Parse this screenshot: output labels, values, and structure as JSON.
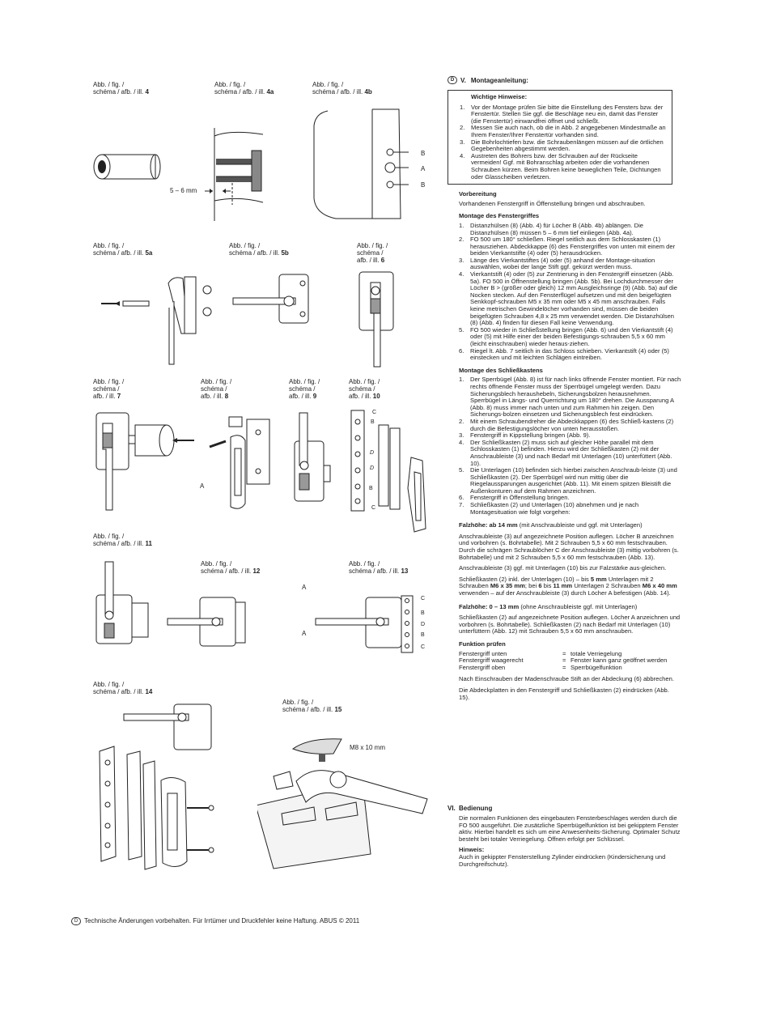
{
  "figures": {
    "f4": {
      "line1": "Abb. / fig. /",
      "line2": "schéma / afb. / ill. ",
      "num": "4"
    },
    "f4a": {
      "line1": "Abb. / fig. /",
      "line2": "schéma / afb. / ill. ",
      "num": "4a",
      "dim": "5 – 6 mm"
    },
    "f4b": {
      "line1": "Abb. / fig. /",
      "line2": "schéma / afb. / ill. ",
      "num": "4b",
      "lab1": "B",
      "lab2": "A",
      "lab3": "B"
    },
    "f5a": {
      "line1": "Abb. / fig. /",
      "line2": "schéma / afb. / ill. ",
      "num": "5a"
    },
    "f5b": {
      "line1": "Abb. / fig. /",
      "line2": "schéma / afb. / ill. ",
      "num": "5b"
    },
    "f6": {
      "line1": "Abb. / fig. /",
      "line2": "schéma /",
      "line3": "afb. / ill. ",
      "num": "6"
    },
    "f7": {
      "line1": "Abb. / fig. /",
      "line2": "schéma /",
      "line3": "afb. / ill. ",
      "num": "7"
    },
    "f8": {
      "line1": "Abb. / fig. /",
      "line2": "schéma /",
      "line3": "afb. / ill. ",
      "num": "8",
      "lab": "A"
    },
    "f9": {
      "line1": "Abb. / fig. /",
      "line2": "schéma /",
      "line3": "afb. / ill. ",
      "num": "9"
    },
    "f10": {
      "line1": "Abb. / fig. /",
      "line2": "schéma /",
      "line3": "afb. / ill. ",
      "num": "10",
      "labs": [
        "C",
        "B",
        "D",
        "D",
        "B",
        "C"
      ]
    },
    "f11": {
      "line1": "Abb. / fig. /",
      "line2": "schéma / afb. / ill. ",
      "num": "11",
      "labA1": "A",
      "labA2": "A"
    },
    "f12": {
      "line1": "Abb. / fig. /",
      "line2": "schéma / afb. / ill. ",
      "num": "12"
    },
    "f13": {
      "line1": "Abb. / fig. /",
      "line2": "schéma / afb. / ill. ",
      "num": "13",
      "labs": [
        "C",
        "B",
        "D",
        "B",
        "C"
      ]
    },
    "f14": {
      "line1": "Abb. / fig. /",
      "line2": "schéma / afb. / ill. ",
      "num": "14"
    },
    "f15": {
      "line1": "Abb. / fig. /",
      "line2": "schéma / afb. / ill. ",
      "num": "15",
      "screw": "M8 x 10 mm"
    }
  },
  "text": {
    "lang_badge": "D",
    "sec5_num": "V.",
    "sec5_title": "Montageanleitung:",
    "box_title": "Wichtige Hinweise:",
    "box_items": [
      {
        "n": "1.",
        "t": "Vor der Montage prüfen Sie bitte die Einstellung des Fensters bzw. der Fenstertür. Stellen Sie ggf. die Beschläge neu ein, damit das Fenster (die Fenstertür) einwandfrei öffnet und schließt."
      },
      {
        "n": "2.",
        "t": "Messen Sie auch nach, ob die in Abb. 2 angegebenen Mindestmaße an Ihrem Fenster/Ihrer Fenstertür vorhanden sind."
      },
      {
        "n": "3.",
        "t": "Die Bohrlochtiefen bzw. die Schraubenlängen müssen auf die örtlichen Gegebenheiten abgestimmt werden."
      },
      {
        "n": "4.",
        "t": "Austreten des Bohrers bzw. der Schrauben auf der Rückseite vermeiden! Ggf. mit Bohranschlag arbeiten oder die vorhandenen Schrauben kürzen. Beim Bohren keine beweglichen Teile, Dichtungen oder Glasscheiben verletzen."
      }
    ],
    "prep_title": "Vorbereitung",
    "prep_text": "Vorhandenen Fenstergriff in Öffenstellung bringen und abschrauben.",
    "grip_title": "Montage des Fenstergriffes",
    "grip_items": [
      {
        "n": "1.",
        "t": "Distanzhülsen (8) (Abb. 4) für Löcher B (Abb. 4b) ablängen. Die Distanzhülsen (8) müssen 5 – 6 mm tief einliegen (Abb. 4a)."
      },
      {
        "n": "2.",
        "t": "FO 500 um 180° schließen. Riegel seitlich aus dem Schlosskasten (1) herausziehen. Abdeckkappe (6) des Fenstergriffes von unten mit einem der beiden Vierkantstifte (4) oder (5) herausdrücken."
      },
      {
        "n": "3.",
        "t": "Länge des Vierkantstiftes (4) oder (5) anhand der Montage-situation auswählen, wobei der lange Stift ggf. gekürzt werden muss."
      },
      {
        "n": "4.",
        "t": "Vierkantstift (4) oder (5) zur Zentrierung in den Fenstergriff einsetzen (Abb. 5a). FO 500 in Öffnenstellung bringen (Abb. 5b). Bei Lochdurchmesser der Löcher B > (größer oder gleich) 12 mm Ausgleichsringe (9) (Abb. 5a) auf die Nocken stecken. Auf den Fensterflügel aufsetzen und mit den beigefügten Senkkopf-schrauben M5 x 35 mm oder M5 x 45 mm anschrauben. Falls keine metrischen Gewindelöcher vorhanden sind, müssen die beiden beigefügten Schrauben 4,8 x 25 mm verwendet werden. Die Distanzhülsen (8) (Abb. 4) finden für diesen Fall keine Verwendung."
      },
      {
        "n": "5.",
        "t": "FO 500 wieder in Schließstellung bringen (Abb. 6) und den Vierkantstift (4) oder (5) mit Hilfe einer der beiden Befestigungs-schrauben 5,5 x 60 mm (leicht einschrauben) wieder heraus-ziehen."
      },
      {
        "n": "6.",
        "t": "Riegel lt. Abb. 7 seitlich in das Schloss schieben. Vierkantstift (4) oder (5) einstecken und mit leichten Schlägen eintreiben."
      }
    ],
    "lock_title": "Montage des Schließkastens",
    "lock_items": [
      {
        "n": "1.",
        "t": "Der Sperrbügel (Abb. 8) ist für nach links öffnende Fenster montiert. Für nach rechts öffnende Fenster muss der Sperrbügel umgelegt werden. Dazu Sicherungsblech heraushebeln, Sicherungsbolzen herausnehmen. Sperrbügel in Längs- und Querrichtung um 180° drehen. Die Aussparung A (Abb. 8) muss immer nach unten und zum Rahmen hin zeigen. Den Sicherungs-bolzen einsetzen und Sicherungsblech fest eindrücken."
      },
      {
        "n": "2.",
        "t": "Mit einem Schraubendreher die Abdeckkappen (6) des Schließ-kastens (2) durch die Befestigungslöcher von unten herausstoßen."
      },
      {
        "n": "3.",
        "t": "Fenstergriff in Kippstellung bringen (Abb. 9)."
      },
      {
        "n": "4.",
        "t": "Der Schließkasten (2) muss sich auf gleicher Höhe parallel mit dem Schlosskasten (1) befinden. Hierzu wird der Schließkasten (2) mit der Anschraubleiste (3) und nach Bedarf mit Unterlagen (10) unterfüttert (Abb. 10)."
      },
      {
        "n": "5.",
        "t": "Die Unterlagen (10) befinden sich hierbei zwischen Anschraub-leiste (3) und Schließkasten (2). Der Sperrbügel wird nun mittig über die Riegelaussparungen ausgerichtet (Abb. 11). Mit einem spitzen Bleistift die Außenkonturen auf dem Rahmen anzeichnen."
      },
      {
        "n": "6.",
        "t": "Fenstergriff in Öffenstellung bringen."
      },
      {
        "n": "7.",
        "t": "Schließkasten (2) und Unterlagen (10) abnehmen und je nach Montagesituation wie folgt vorgehen:"
      }
    ],
    "falz1_bold": "Falzhöhe: ab 14 mm",
    "falz1_rest": " (mit Anschraubleiste und ggf. mit Unterlagen)",
    "falz1_p1": "Anschraubleiste (3) auf angezeichnete Position auflegen. Löcher B anzeichnen und vorbohren (s. Bohrtabelle). Mit 2 Schrauben 5,5 x 60 mm festschrauben. Durch die schrägen Schraublöcher C der Anschraubleiste (3) mittig vorbohren (s. Bohrtabelle) und mit 2 Schrauben 5,5 x 60 mm festschrauben (Abb. 13).",
    "falz1_p2": "Anschraubleiste (3) ggf. mit Unterlagen (10) bis zur Falzstärke aus-gleichen.",
    "falz1_p3a": "Schließkasten (2) inkl. der Unterlagen (10) – bis ",
    "falz1_p3b": "5 mm",
    "falz1_p3c": " Unterlagen mit 2 Schrauben ",
    "falz1_p3d": "M6 x 35 mm",
    "falz1_p3e": "; bei ",
    "falz1_p3f": "6",
    "falz1_p3g": " bis ",
    "falz1_p3h": "11 mm",
    "falz1_p3i": " Unterlagen 2 Schrauben ",
    "falz1_p3j": "M6 x 40 mm",
    "falz1_p3k": " verwenden – auf der Anschraubleiste (3) durch Löcher A befestigen (Abb. 14).",
    "falz2_bold": "Falzhöhe: 0 – 13 mm",
    "falz2_rest": " (ohne Anschraubleiste ggf. mit Unterlagen)",
    "falz2_p1": "Schließkasten (2) auf angezeichnete Position auflegen. Löcher A anzeichnen und vorbohren (s. Bohrtabelle). Schließkasten (2) nach Bedarf mit Unterlagen (10) unterfüttern (Abb. 12) mit Schrauben 5,5 x 60 mm anschrauben.",
    "func_title": "Funktion prüfen",
    "func_rows": [
      {
        "k": "Fenstergriff unten",
        "eq": "=",
        "v": "totale Verriegelung"
      },
      {
        "k": "Fenstergriff waagerecht",
        "eq": "=",
        "v": "Fenster kann ganz geöffnet werden"
      },
      {
        "k": "Fenstergriff oben",
        "eq": "=",
        "v": "Sperrbügelfunktion"
      }
    ],
    "func_p1": "Nach Einschrauben der Madenschraube Stift an der Abdeckung (6) abbrechen.",
    "func_p2": "Die Abdeckplatten in den Fenstergriff und Schließkasten (2) eindrücken (Abb. 15).",
    "sec6_num": "VI.",
    "sec6_title": "Bedienung",
    "op_p1": "Die normalen Funktionen des eingebauten Fensterbeschlages werden durch die FO 500 ausgeführt. Die zusätzliche Sperrbügelfunktion ist bei gekipptem Fenster aktiv. Hierbei handelt es sich um eine Anwesenheits-Sicherung. Optimaler Schutz besteht bei totaler Verriegelung. Öffnen erfolgt per Schlüssel.",
    "note_title": "Hinweis:",
    "note_text": "Auch in gekippter Fensterstellung Zylinder eindrücken (Kindersicherung und Durchgreifschutz).",
    "footer": "Technische Änderungen vorbehalten. Für Irrtümer und Druckfehler keine Haftung. ABUS © 2011"
  }
}
